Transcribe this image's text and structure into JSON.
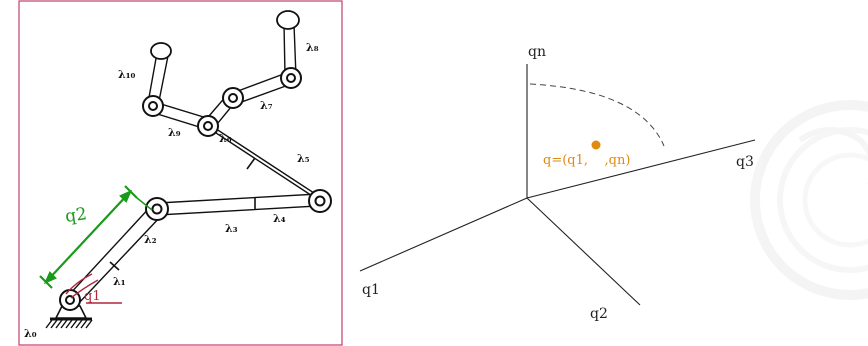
{
  "robot_arm": {
    "link_labels": {
      "a0": "λ₀",
      "a1": "λ₁",
      "a2": "λ₂",
      "a3": "λ₃",
      "a4": "λ₄",
      "a5": "λ₅",
      "a6": "λ₆",
      "a7": "λ₇",
      "a8": "λ₈",
      "a9": "λ₉",
      "a10": "λ₁₀"
    },
    "q2_label": "q2",
    "q1_label": "q1"
  },
  "config_space": {
    "axis_qn": "qn",
    "axis_q1": "q1",
    "axis_q2": "q2",
    "axis_q3": "q3",
    "point_label": "q=(q1,    ,qn)"
  },
  "colors": {
    "frame": "#c0406a",
    "q2_dimension": "#1a9a1a",
    "q1_marker": "#b0283c",
    "point": "#e08a12",
    "point_label": "#e08a12",
    "watermark": "#ececec"
  }
}
